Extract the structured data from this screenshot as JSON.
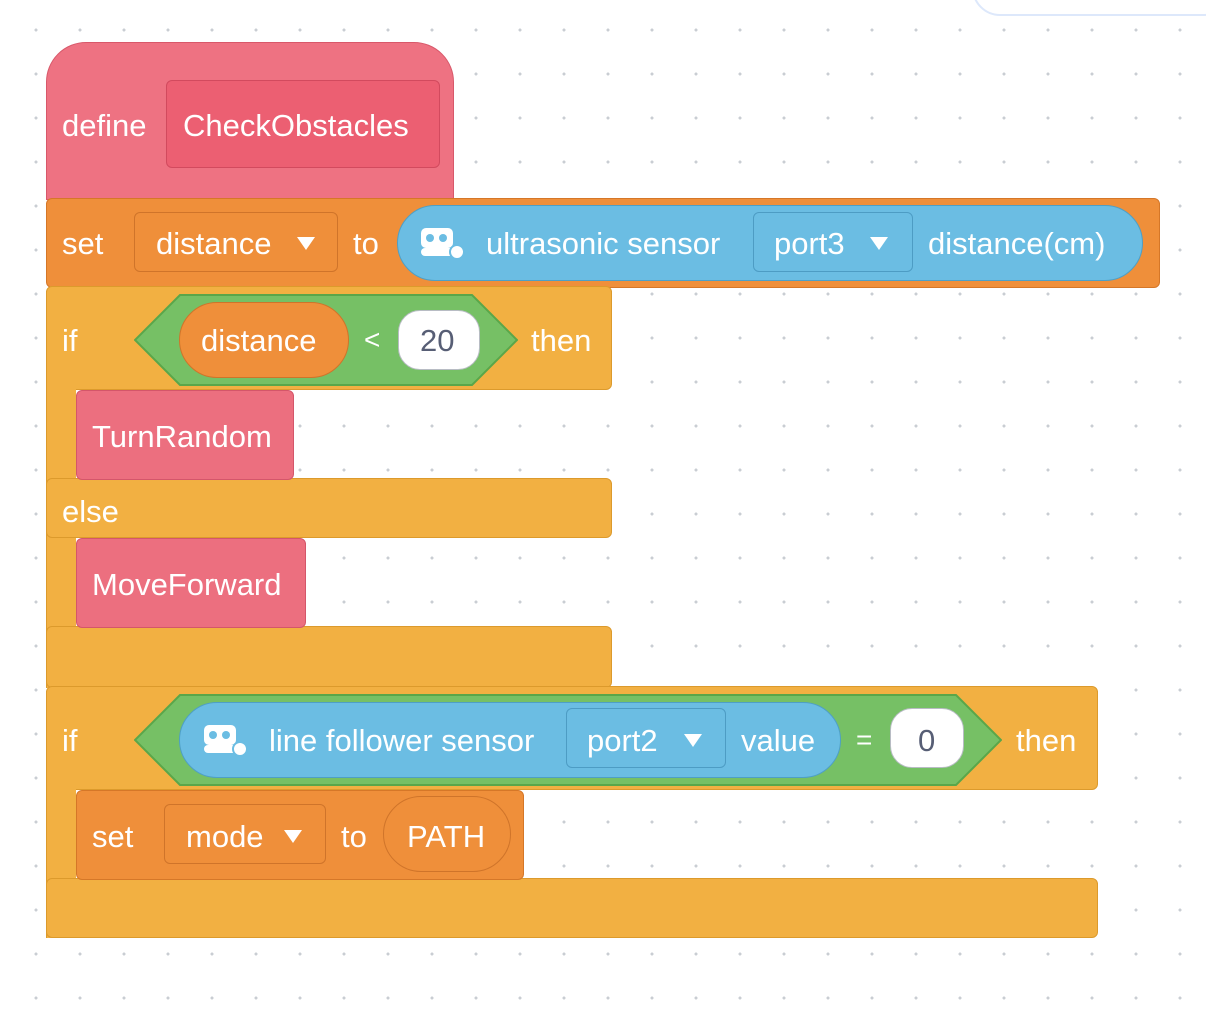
{
  "define_block": {
    "keyword": "define",
    "name": "CheckObstacles"
  },
  "set_distance": {
    "keyword": "set",
    "variable": "distance",
    "to": "to",
    "sensor_label": "ultrasonic sensor",
    "port": "port3",
    "reading": "distance(cm)"
  },
  "if_else": {
    "if": "if",
    "left": "distance",
    "operator": "<",
    "value": "20",
    "then": "then",
    "then_call": "TurnRandom",
    "else": "else",
    "else_call": "MoveForward"
  },
  "if_line": {
    "if": "if",
    "sensor_label": "line follower sensor",
    "port": "port2",
    "reading": "value",
    "operator": "=",
    "value": "0",
    "then": "then",
    "set": "set",
    "variable": "mode",
    "to": "to",
    "mode_value": "PATH"
  },
  "icons": [
    "robot-icon",
    "dropdown-arrow-icon"
  ],
  "colors": {
    "my_blocks": "#ee7282",
    "variables": "#ef8f3a",
    "control": "#f2b042",
    "sensing": "#6bbde3",
    "operators": "#76c065"
  }
}
